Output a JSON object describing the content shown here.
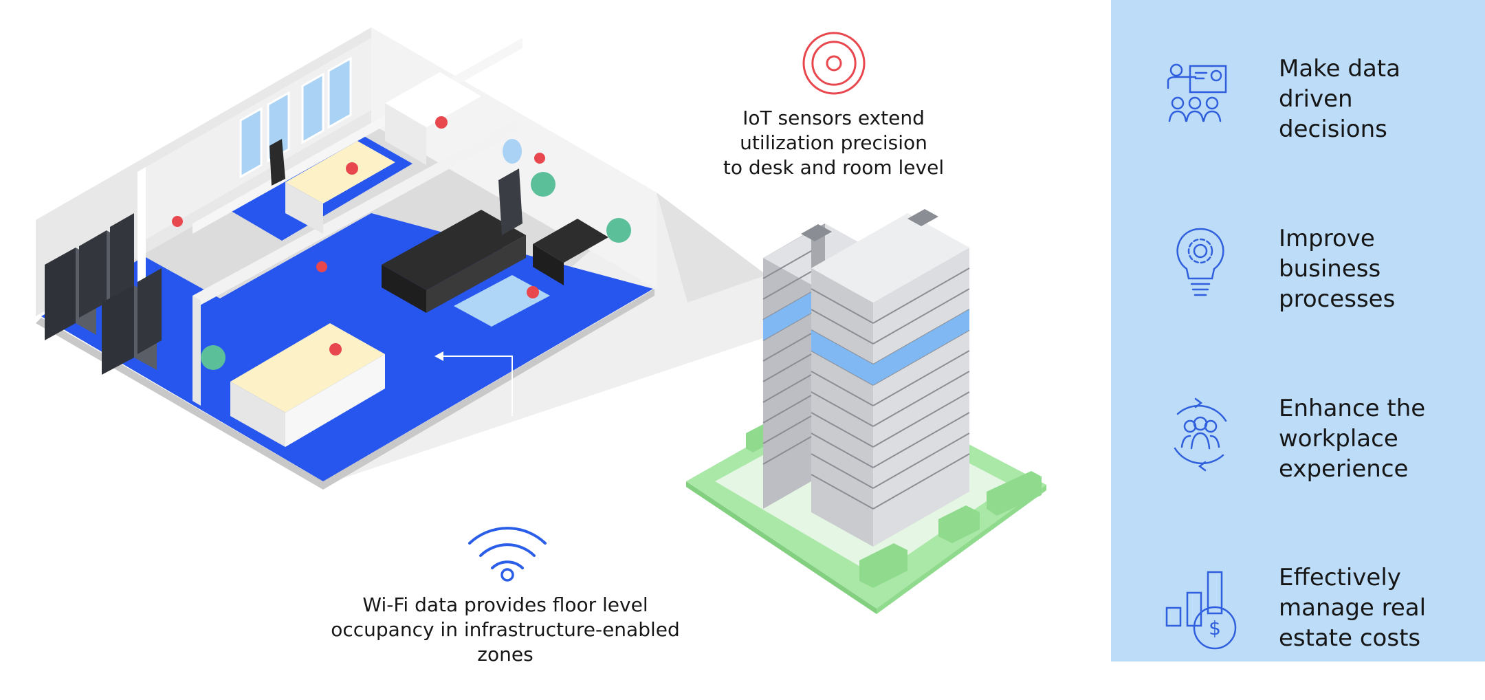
{
  "iot": {
    "caption": "IoT sensors extend\nutilization precision\nto desk and room level",
    "icon": "iot-sensor-icon",
    "color": "#e8474e"
  },
  "wifi": {
    "caption": "Wi-Fi data provides floor level\noccupancy in infrastructure-enabled\nzones",
    "icon": "wifi-icon",
    "color": "#2b5ee8"
  },
  "colors": {
    "floor": "#2756ef",
    "panel": "#bcdcf8",
    "icon_stroke": "#2f5fdc",
    "lawn": "#a9e8a6",
    "building": "#d2d4d8"
  },
  "benefits": [
    {
      "label": "Make data\ndriven\ndecisions",
      "icon": "presentation-meeting-icon"
    },
    {
      "label": "Improve\nbusiness\nprocesses",
      "icon": "lightbulb-gear-icon"
    },
    {
      "label": "Enhance the\nworkplace\nexperience",
      "icon": "people-cycle-icon"
    },
    {
      "label": "Effectively\nmanage real\nestate costs",
      "icon": "cost-chart-icon"
    }
  ]
}
